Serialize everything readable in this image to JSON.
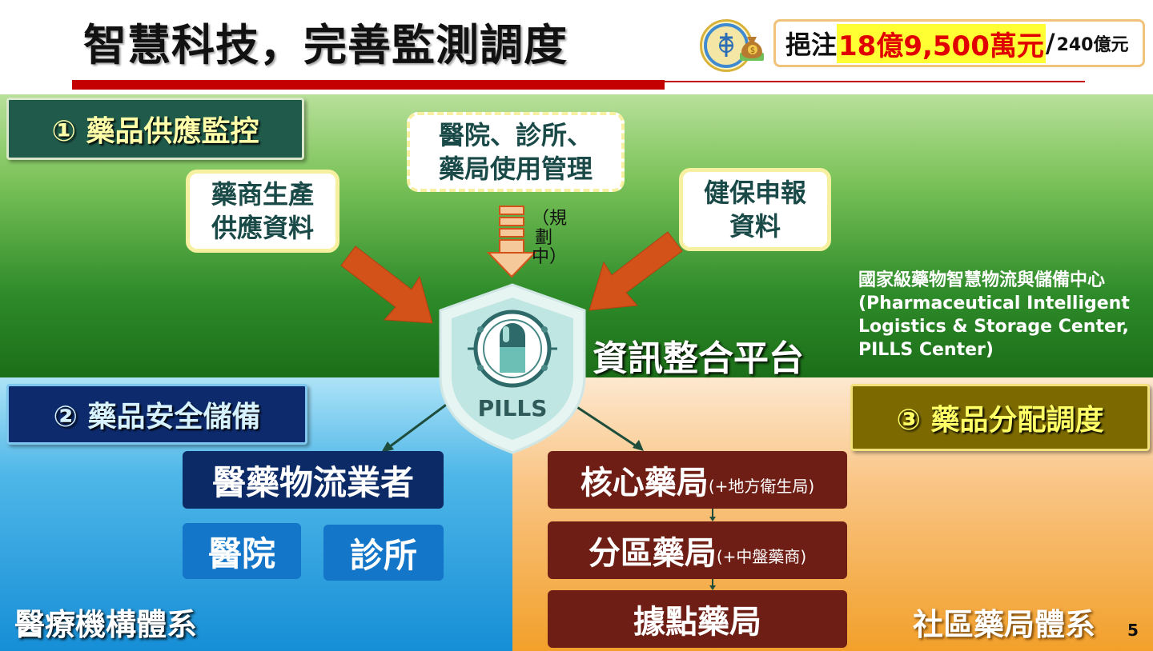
{
  "header": {
    "title": "智慧科技，完善監測調度",
    "budget_prefix": "挹注",
    "budget_amount": "18億9,500萬元",
    "budget_slash": "/",
    "budget_total": "240億元"
  },
  "pillars": {
    "supply": "① 藥品供應監控",
    "reserve": "② 藥品安全儲備",
    "distribution": "③ 藥品分配調度"
  },
  "sources": {
    "manufacturer": "藥商生產\n供應資料",
    "usage": "醫院、診所、\n藥局使用管理",
    "insurance": "健保申報\n資料"
  },
  "planning_note": "（規劃中）",
  "platform": {
    "logo_text": "PILLS",
    "label": "資訊整合平台"
  },
  "pills_center": {
    "name_zh": "國家級藥物智慧物流與儲備中心",
    "name_en": "(Pharmaceutical Intelligent Logistics & Storage Center, PILLS Center)"
  },
  "medical_system": {
    "logistics": "醫藥物流業者",
    "hospital": "醫院",
    "clinic": "診所",
    "label": "醫療機構體系"
  },
  "pharmacy_system": {
    "core": "核心藥局",
    "core_note": "(+地方衛生局)",
    "district": "分區藥局",
    "district_note": "(+中盤藥商)",
    "base": "據點藥局",
    "label": "社區藥局體系"
  },
  "page_number": "5",
  "colors": {
    "accent_red": "#c40000",
    "arrow_orange": "#d2521a",
    "pharmacy_brown": "#6e1e14",
    "medical_navy": "#0c2a66"
  }
}
